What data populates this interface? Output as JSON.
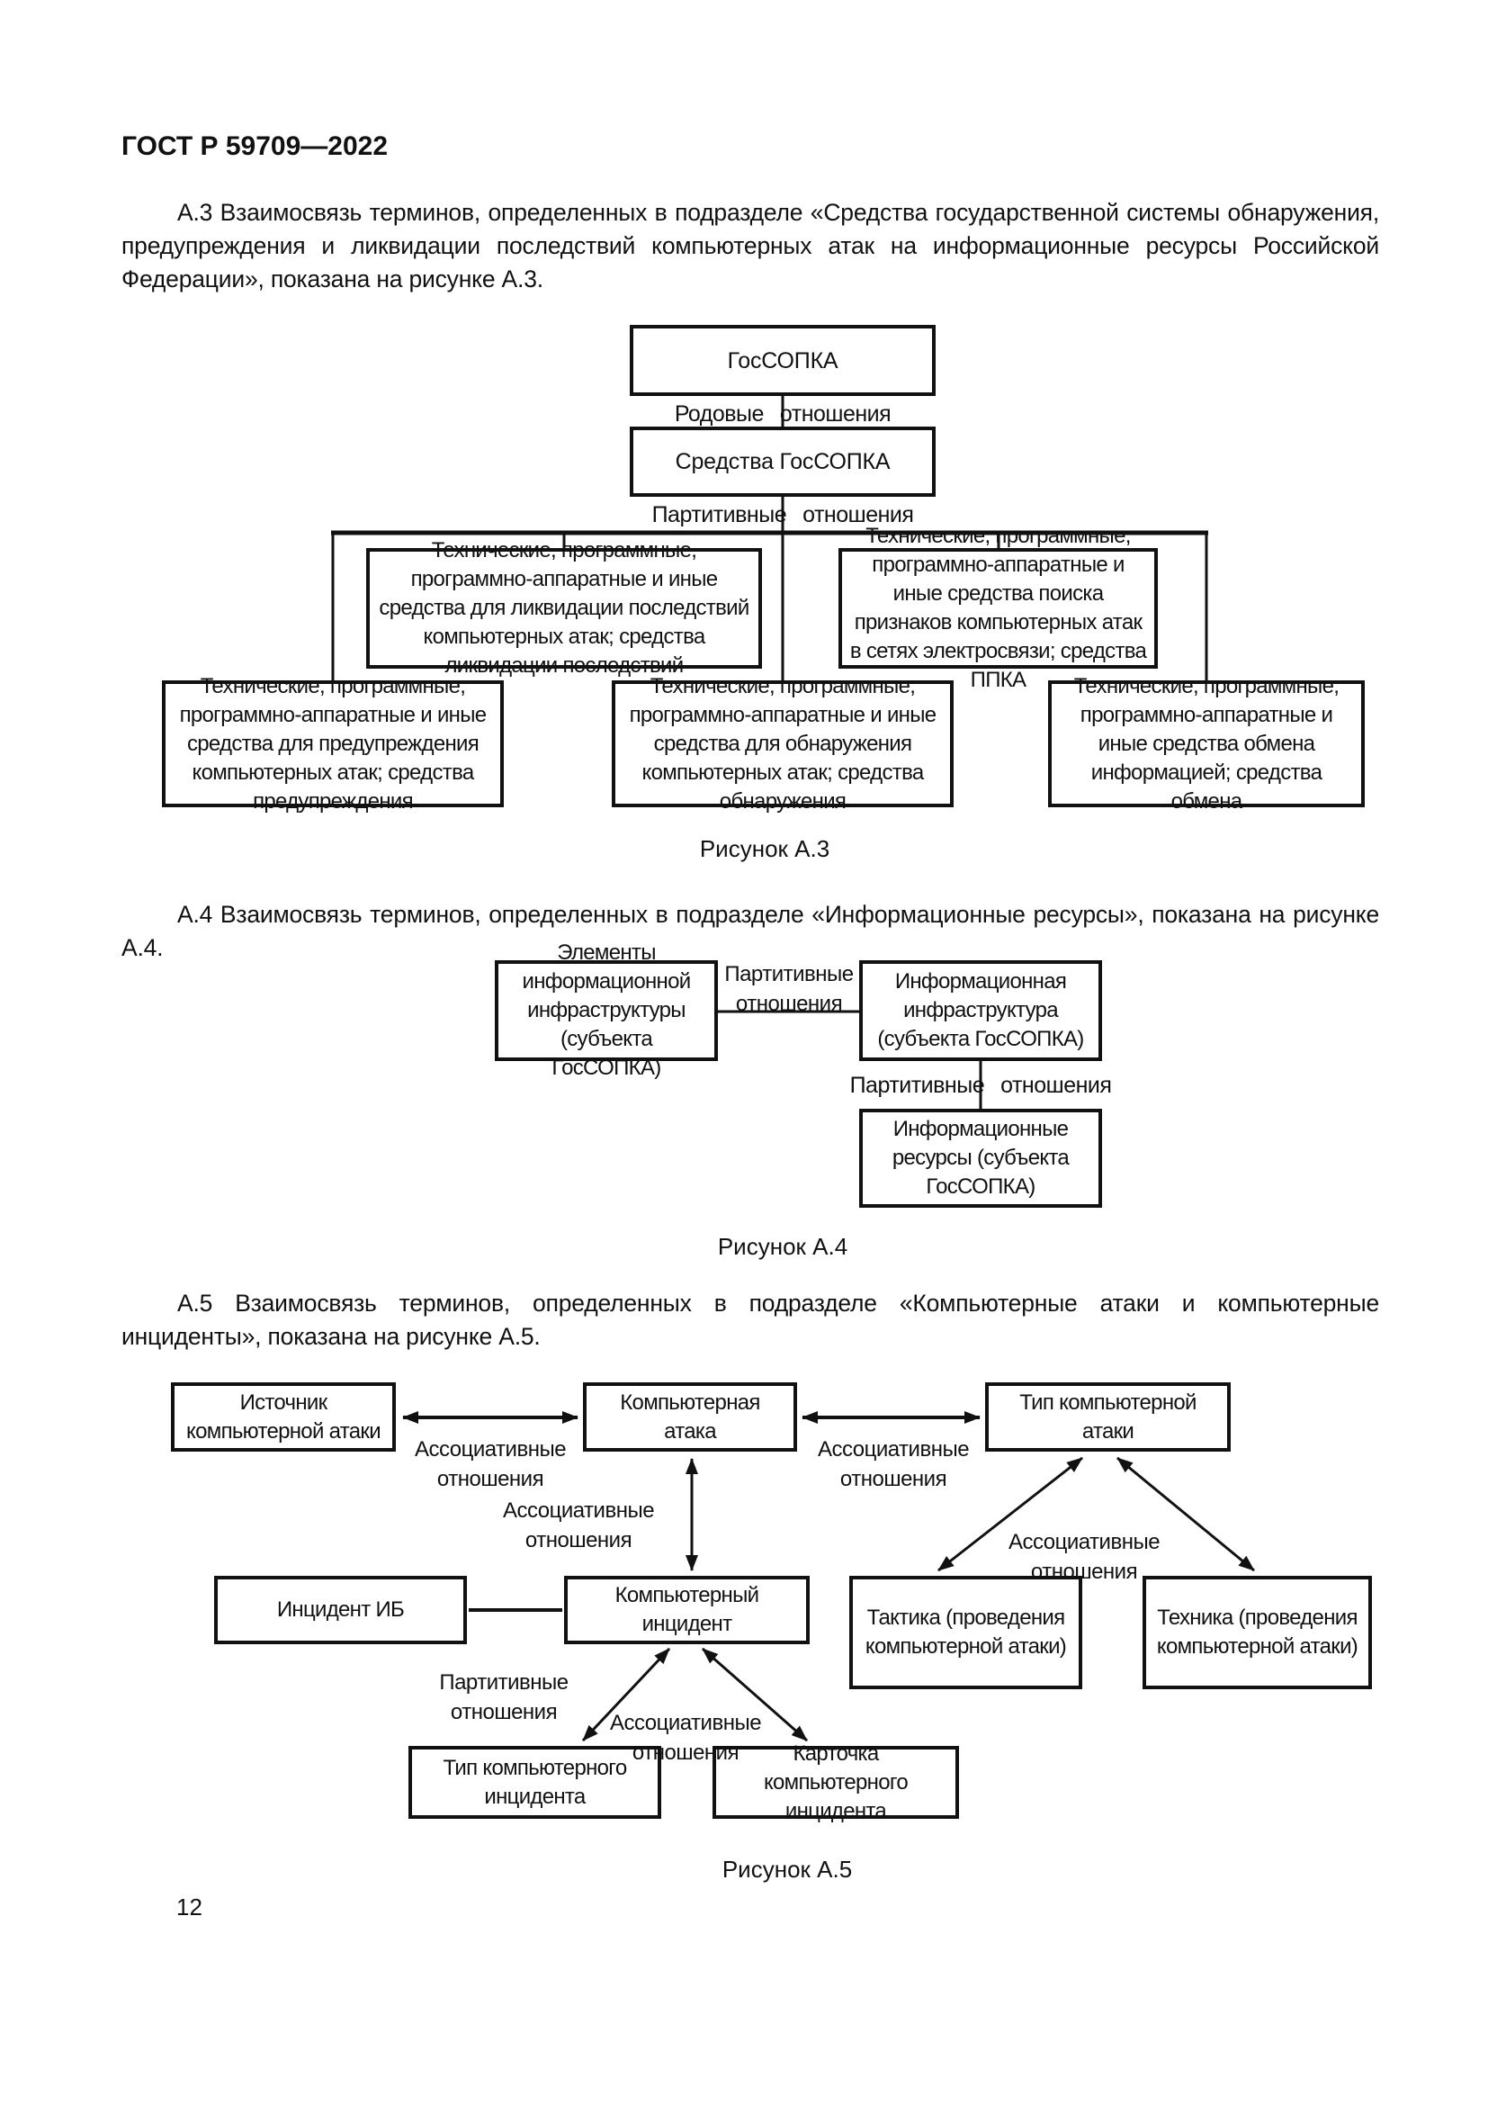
{
  "page": {
    "header": "ГОСТ Р 59709—2022",
    "page_number": "12"
  },
  "a3": {
    "intro": "А.3  Взаимосвязь терминов, определенных в подразделе «Средства государственной системы обнаружения, предупреждения и ликвидации последствий компьютерных атак на информационные ресурсы Российской Федерации», показана на рисунке А.3.",
    "relation_generic": {
      "w1": "Родовые",
      "w2": "отношения"
    },
    "relation_partitive": {
      "w1": "Партитивные",
      "w2": "отношения"
    },
    "boxes": {
      "root": "ГосСОПКА",
      "means": "Средства ГосСОПКА",
      "liquidation": "Технические, программные, программно-аппаратные и иные средства для ликвидации последствий компьютерных атак; средства ликвидации последствий",
      "ppka": "Технические, программные, программно-аппаратные и иные средства поиска признаков компьютерных атак в сетях электросвязи; средства ППКА",
      "prevention": "Технические, программные, программно-аппаратные и иные средства для предупреждения компьютерных атак; средства предупреждения",
      "detection": "Технические, программные, программно-аппаратные и иные средства для обнаружения компьютерных атак; средства обнаружения",
      "exchange": "Технические, программные, программно-аппаратные и иные средства обмена информацией; средства обмена"
    },
    "caption": "Рисунок А.3"
  },
  "a4": {
    "intro": "А.4 Взаимосвязь терминов, определенных в подразделе «Информационные ресурсы», показана на рисунке А.4.",
    "label_partitive_stacked": "Партитивные\nотношения",
    "relation_partitive": {
      "w1": "Партитивные",
      "w2": "отношения"
    },
    "boxes": {
      "elements": "Элементы информационной инфраструктуры (субъекта ГосСОПКА)",
      "infrastructure": "Информационная инфраструктура (субъекта ГосСОПКА)",
      "resources": "Информационные ресурсы (субъекта ГосСОПКА)"
    },
    "caption": "Рисунок А.4"
  },
  "a5": {
    "intro": "А.5  Взаимосвязь терминов, определенных в подразделе «Компьютерные атаки и компьютерные инциденты», показана на рисунке А.5.",
    "labels": {
      "associative": "Ассоциативные\nотношения",
      "partitive": "Партитивные\nотношения"
    },
    "boxes": {
      "attack_source": "Источник компьютерной атаки",
      "computer_attack": "Компьютерная атака",
      "attack_type": "Тип компьютерной атаки",
      "ib_incident": "Инцидент ИБ",
      "computer_incident": "Компьютерный инцидент",
      "tactics": "Тактика (проведения компьютерной атаки)",
      "technique": "Техника (проведения компьютерной атаки)",
      "incident_type": "Тип компьютерного инцидента",
      "incident_card": "Карточка компьютерного инцидента"
    },
    "caption": "Рисунок А.5"
  }
}
